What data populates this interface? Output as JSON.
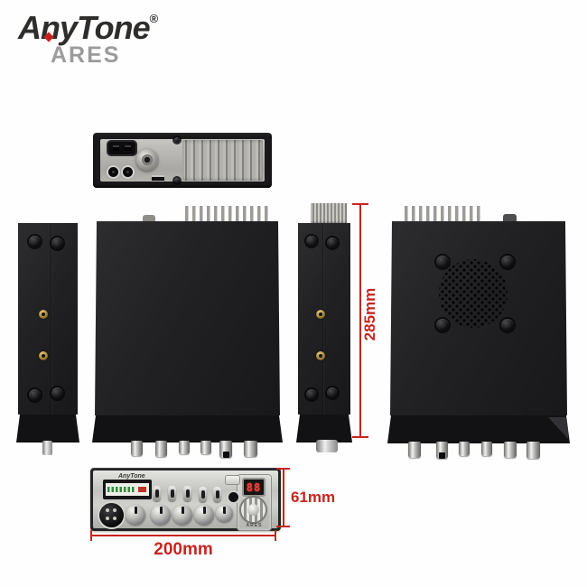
{
  "brand": {
    "logo_text": "AnyTone",
    "registered_mark": "®",
    "series_label": "ARES"
  },
  "dimensions": {
    "height_label": "285mm",
    "depth_label": "61mm",
    "width_label": "200mm"
  },
  "front_panel": {
    "brand_label": "AnyTone",
    "model_label": "ARES",
    "led_display_value": "88"
  },
  "colors": {
    "dimension_red": "#c8241e",
    "chassis_black": "#1f1f21",
    "chrome_silver": "#c9c8c4",
    "heatsink_gray": "#a6a5a1",
    "brand_gray": "#9b9b9b",
    "led_red": "#f0413a"
  }
}
